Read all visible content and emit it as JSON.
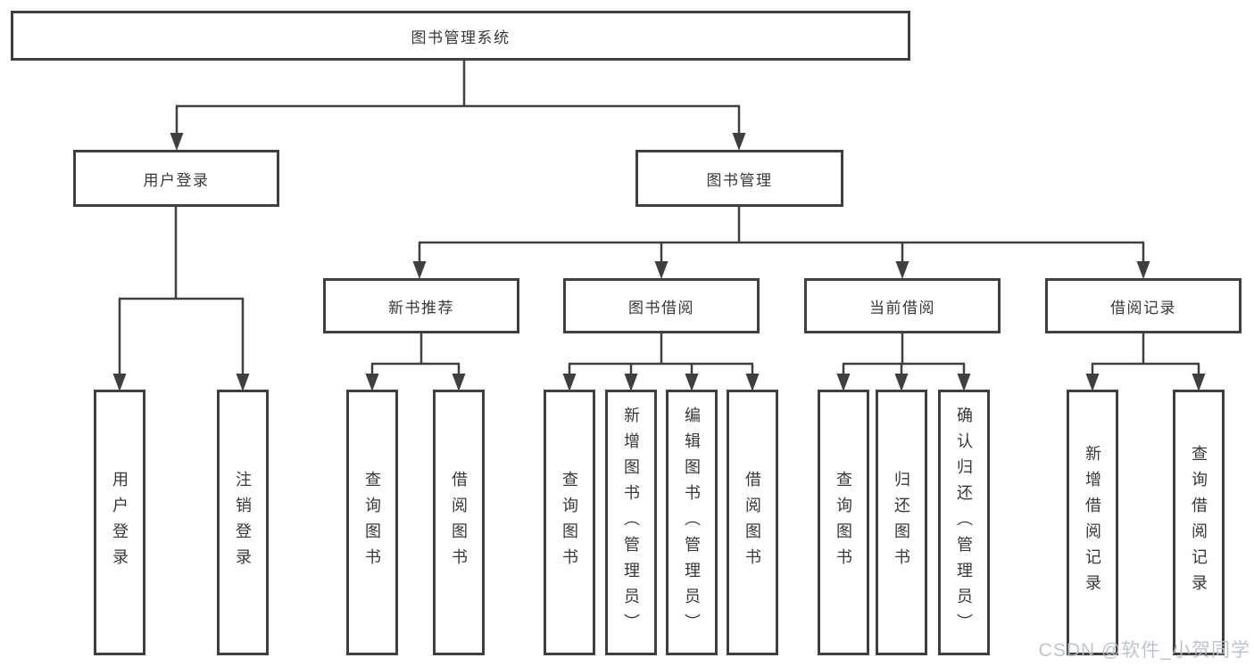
{
  "diagram": {
    "root": {
      "label": "图书管理系统"
    },
    "level1": [
      {
        "label": "用户登录"
      },
      {
        "label": "图书管理"
      }
    ],
    "level2": [
      {
        "label": "新书推荐"
      },
      {
        "label": "图书借阅"
      },
      {
        "label": "当前借阅"
      },
      {
        "label": "借阅记录"
      }
    ],
    "leaves": {
      "user_login": [
        "用户登录",
        "注销登录"
      ],
      "new_book": [
        "查询图书",
        "借阅图书"
      ],
      "borrow": [
        "查询图书",
        "新增图书（管理员）",
        "编辑图书（管理员）",
        "借阅图书"
      ],
      "current": [
        "查询图书",
        "归还图书",
        "确认归还（管理员）"
      ],
      "records": [
        "新增借阅记录",
        "查询借阅记录"
      ]
    },
    "colors": {
      "line": "#3f3f3f",
      "text": "#383838",
      "background": "#ffffff",
      "watermark": "#babfc6"
    }
  },
  "watermark": {
    "text": "CSDN @软件_小贺同学"
  }
}
